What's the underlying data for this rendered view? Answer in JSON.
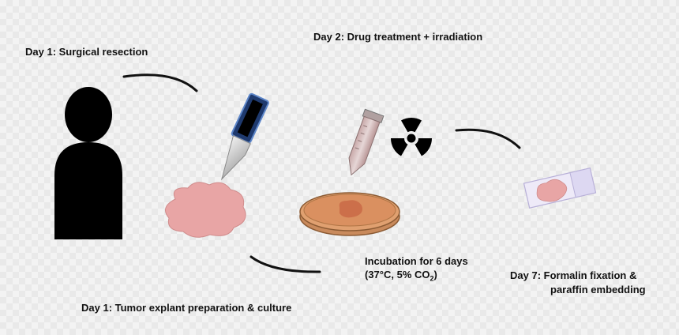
{
  "labels": {
    "day1_resection": "Day 1:  Surgical  resection",
    "day2_treatment": "Day 2:  Drug treatment + irradiation",
    "day1_explant": "Day 1:  Tumor  explant  preparation  &  culture",
    "incubation_line1": "Incubation for 6 days",
    "incubation_line2_prefix": "(37°C, 5% CO",
    "incubation_sub": "2",
    "incubation_suffix": ")",
    "day7_line1": "Day 7:  Formalin  fixation  &",
    "day7_line2": "paraffin  embedding"
  },
  "colors": {
    "person": "#000000",
    "tissue": "#e8a5a5",
    "blade_handle": "#1f3a6e",
    "dish_medium": "#d98a55",
    "radiation": "#000000"
  },
  "icons": [
    "person-silhouette-icon",
    "scalpel-icon",
    "tumor-tissue-icon",
    "test-tube-icon",
    "radiation-icon",
    "petri-dish-icon",
    "microscope-slide-icon"
  ]
}
